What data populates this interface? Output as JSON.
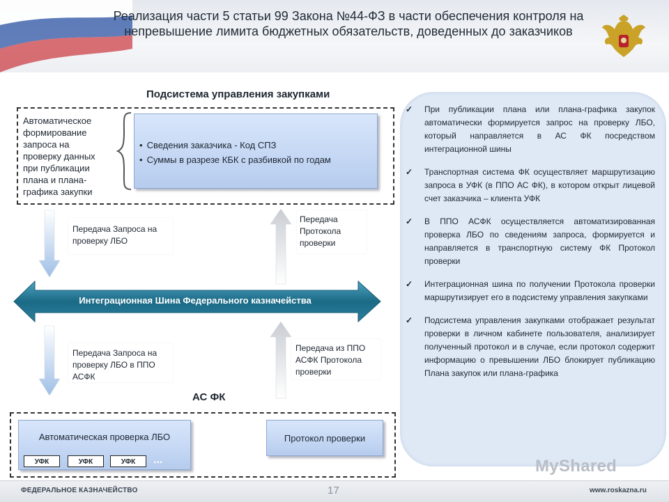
{
  "header": {
    "title": "Реализация части 5 статьи 99 Закона №44-ФЗ в части обеспечения контроля на непревышение  лимита бюджетных обязательств, доведенных до заказчиков"
  },
  "diagram": {
    "subsystem_title": "Подсистема управления закупками",
    "auto_text": "Автоматическое формирование запроса на проверку данных при публикации плана и плана-графика  закупки",
    "info_items": [
      "Сведения заказчика   -  Код СПЗ",
      "Суммы в разрезе КБК с разбивкой по годам"
    ],
    "label_request_top": "Передача Запроса на проверку ЛБО",
    "label_protocol_top": "Передача Протокола проверки",
    "bus_label": "Интеграционная Шина Федерального казначейства",
    "label_request_bottom": "Передача Запроса на проверку ЛБО в ППО АСФК",
    "label_protocol_bottom": "Передача из ППО АСФК Протокола проверки",
    "asfk_title": "АС ФК",
    "auto_check_label": "Автоматическая проверка ЛБО",
    "ufk_tags": [
      "УФК",
      "УФК",
      "УФК"
    ],
    "more": "...",
    "protocol_label": "Протокол проверки"
  },
  "notes": [
    "При публикации плана или плана-графика закупок автоматически формируется запрос на проверку ЛБО, который направляется в АС ФК посредством интеграционной шины",
    "Транспортная система ФК осуществляет маршрутизацию запроса в УФК (в ППО АС ФК), в котором открыт лицевой счет заказчика – клиента УФК",
    "В ППО АСФК осуществляется автоматизированная проверка ЛБО по сведениям запроса, формируется и направляется в транспортную систему ФК Протокол проверки",
    "Интеграционная шина по получении Протокола проверки маршрутизирует его в подсистему управления закупками",
    "Подсистема управления закупками отображает результат проверки в личном кабинете пользователя, анализирует полученный протокол и в случае, если протокол содержит информацию о превышении ЛБО блокирует публикацию Плана закупок или плана-графика"
  ],
  "footer": {
    "org": "ФЕДЕРАЛЬНОЕ КАЗНАЧЕЙСТВО",
    "site": "www.roskazna.ru",
    "page": "17",
    "watermark": "MyShared"
  },
  "colors": {
    "bus_dark": "#1b6a86",
    "bus_light": "#4fa3c0",
    "box_top": "#d8e6fb",
    "box_bottom": "#b6ccee",
    "panel": "#dfe9f6"
  }
}
